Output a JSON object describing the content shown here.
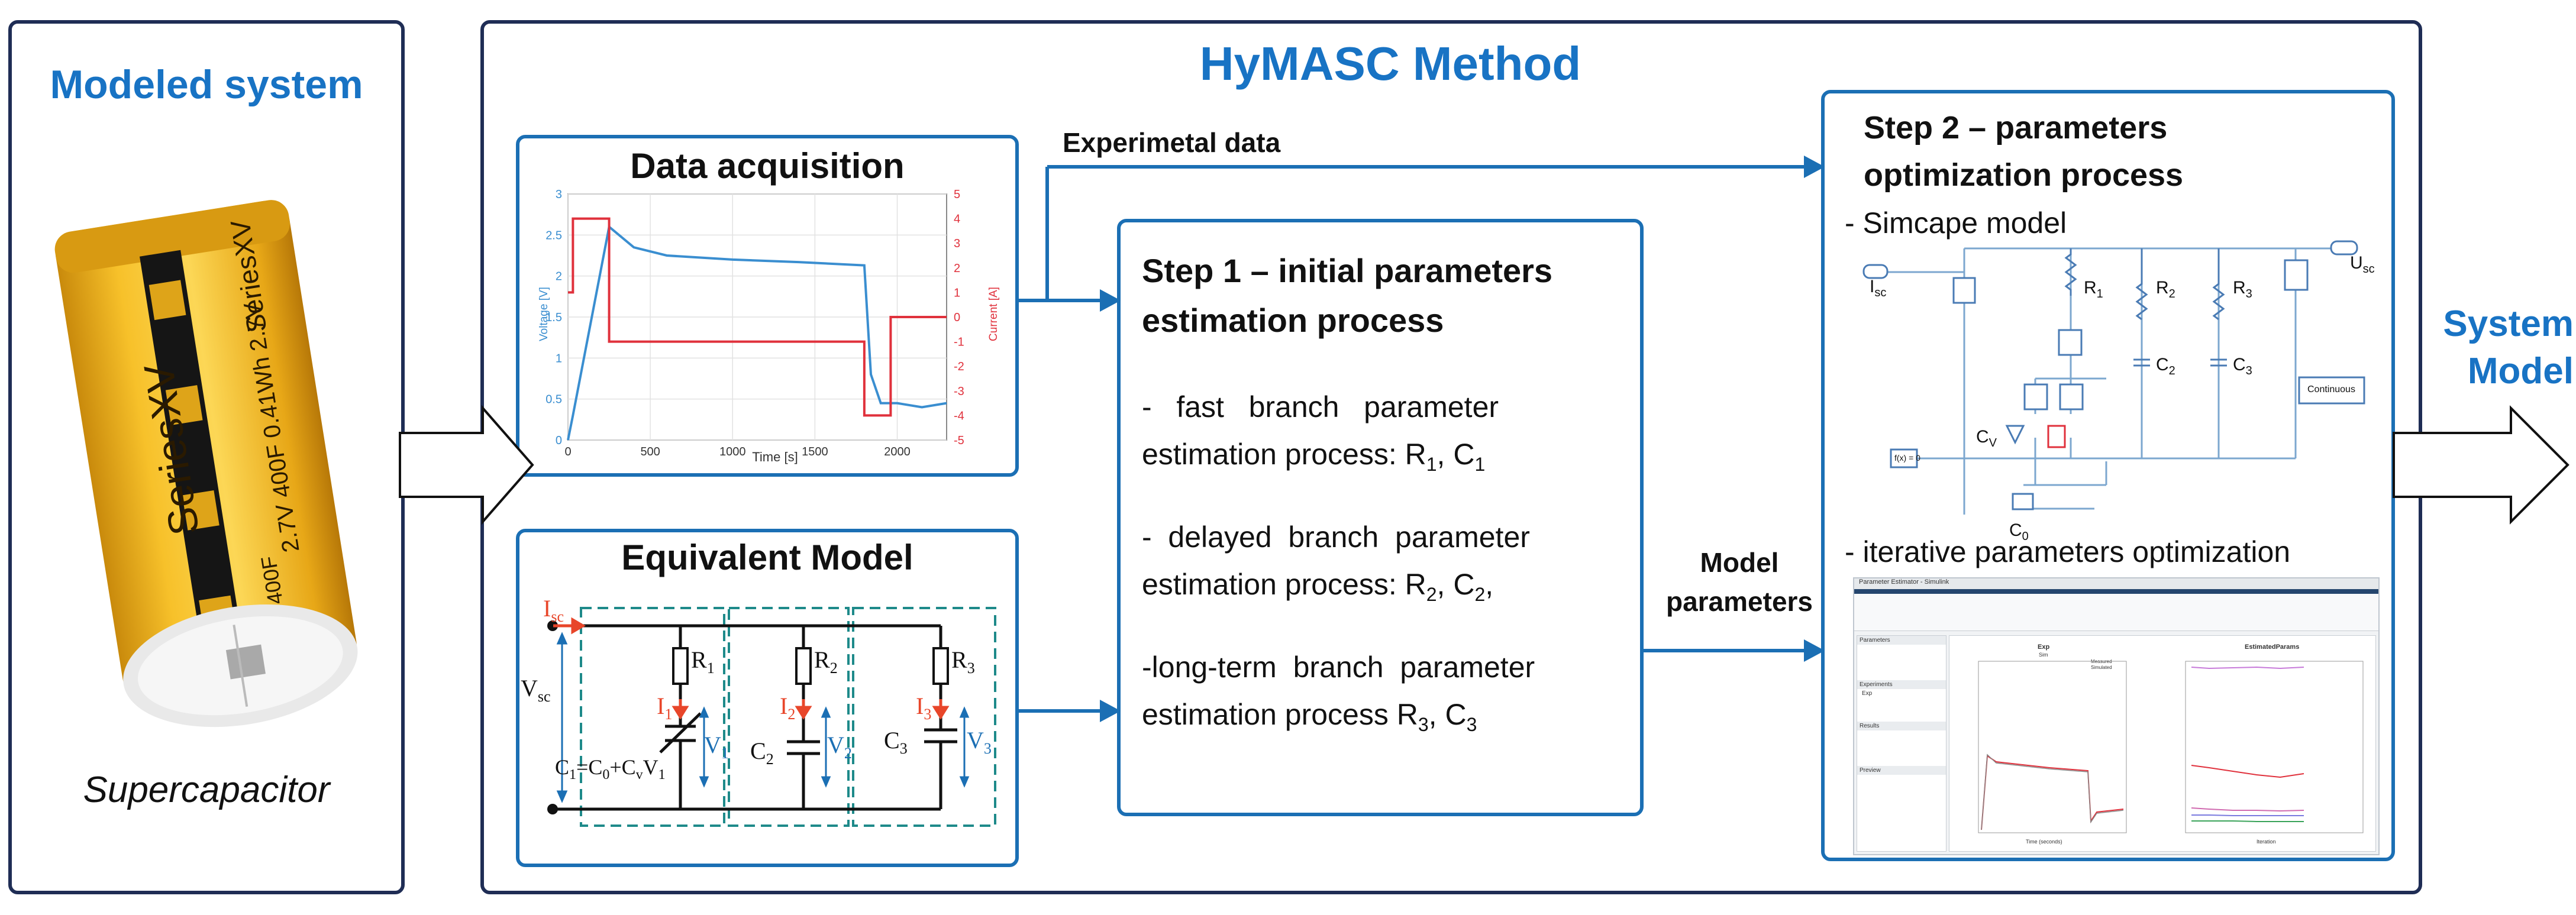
{
  "left_panel": {
    "title": "Modeled system",
    "caption": "Supercapacitor",
    "cap_text_1": "SeriesXV",
    "cap_text_2": "SeriesXV",
    "cap_text_3": "2.7V 400F 0.41Wh 2.7V",
    "cap_text_4": "400F"
  },
  "method": {
    "title": "HyMASC Method"
  },
  "data_acquisition": {
    "title": "Data acquisition",
    "ylabel_left": "Voltage [V]",
    "ylabel_right": "Current [A]",
    "xlabel": "Time [s]",
    "y_ticks_left": [
      "3",
      "2.5",
      "2",
      "1.5",
      "1",
      "0.5",
      "0"
    ],
    "y_ticks_right": [
      "5",
      "4",
      "3",
      "2",
      "1",
      "0",
      "-1",
      "-2",
      "-3",
      "-4",
      "-5"
    ],
    "x_ticks": [
      "0",
      "500",
      "1000",
      "1500",
      "2000"
    ]
  },
  "chart_data": {
    "type": "line",
    "xlabel": "Time [s]",
    "ylabel": "Voltage [V]",
    "y2label": "Current [A]",
    "xlim": [
      0,
      2300
    ],
    "ylim": [
      0,
      3
    ],
    "y2lim": [
      -5,
      5
    ],
    "series": [
      {
        "axis": "left",
        "color": "#3a8ed0",
        "x": [
          0,
          30,
          250,
          400,
          600,
          1000,
          1400,
          1800,
          1840,
          1900,
          2000,
          2150,
          2300
        ],
        "y": [
          0,
          0.3,
          2.6,
          2.35,
          2.25,
          2.2,
          2.17,
          2.13,
          0.8,
          0.45,
          0.45,
          0.4,
          0.45
        ]
      },
      {
        "axis": "right",
        "color": "#e0313c",
        "x": [
          0,
          30,
          30,
          250,
          250,
          1800,
          1800,
          1960,
          1960,
          2300
        ],
        "y": [
          1,
          1,
          4,
          4,
          -1,
          -1,
          -4,
          -4,
          0,
          0
        ]
      }
    ]
  },
  "experimental_label": "Experimetal data",
  "model_params_label_1": "Model",
  "model_params_label_2": "parameters",
  "equivalent_model": {
    "title": "Equivalent Model",
    "isc": "I",
    "isc_sub": "sc",
    "vsc": "V",
    "vsc_sub": "sc",
    "r1": "R",
    "r1_sub": "1",
    "r2": "R",
    "r2_sub": "2",
    "r3": "R",
    "r3_sub": "3",
    "i1": "I",
    "i1_sub": "1",
    "i2": "I",
    "i2_sub": "2",
    "i3": "I",
    "i3_sub": "3",
    "v1": "V",
    "v1_sub": "1",
    "v2": "V",
    "v2_sub": "2",
    "v3": "V",
    "v3_sub": "3",
    "c1_formula": "C",
    "c1_sub": "1",
    "c1_rest": "=C",
    "c0_sub": "0",
    "c1_rest2": "+C",
    "cv_sub": "v",
    "c1_rest3": "V",
    "v1f_sub": "1",
    "c2": "C",
    "c2_sub": "2",
    "c3": "C",
    "c3_sub": "3"
  },
  "step1": {
    "title_line1": "Step 1 – initial parameters",
    "title_line2": "estimation process",
    "p1_line1": "-   fast   branch   parameter",
    "p1_line2": "estimation process: R",
    "p1_sub1": "1",
    "p1_mid": ", C",
    "p1_sub2": "1",
    "p2_line1": "-  delayed  branch  parameter",
    "p2_line2": "estimation process:  R",
    "p2_sub1": "2",
    "p2_mid": ", C",
    "p2_sub2": "2",
    "p2_end": ",",
    "p3_line1": "-long-term  branch  parameter",
    "p3_line2": "estimation process  R",
    "p3_sub1": "3",
    "p3_mid": ", C",
    "p3_sub2": "3"
  },
  "step2": {
    "title_line1": "Step 2 – parameters",
    "title_line2": "optimization process",
    "simscape_label": "- Simcape model",
    "iterative_label": "- iterative parameters optimization",
    "isc": "I",
    "isc_sub": "sc",
    "usc": "U",
    "usc_sub": "sc",
    "r1": "R",
    "r1_sub": "1",
    "r2": "R",
    "r2_sub": "2",
    "r3": "R",
    "r3_sub": "3",
    "c2": "C",
    "c2_sub": "2",
    "c3": "C",
    "c3_sub": "3",
    "cv": "C",
    "cv_sub": "V",
    "c0": "C",
    "c0_sub": "0",
    "continuous": "Continuous",
    "fx": "f(x) = 0"
  },
  "estimator": {
    "window_title": "Parameter Estimator - Simulink",
    "plot1_title": "Exp",
    "plot1_sub": "Sim",
    "plot2_title": "EstimatedParams",
    "x_label_1": "Time (seconds)",
    "x_label_2": "Iteration",
    "legend_1": [
      "Measured",
      "Simulated"
    ],
    "side_sections": [
      "Parameters",
      "Experiments",
      "Results",
      "Preview"
    ],
    "side_item": "Exp"
  },
  "output": {
    "line1": "System",
    "line2": "Model"
  },
  "colors": {
    "navy": "#1f2d55",
    "blue": "#1b6fb4",
    "title_blue": "#1873c4",
    "red": "#e0313c",
    "teal": "#1e8a8a",
    "cap_yellow": "#f4b41a"
  }
}
